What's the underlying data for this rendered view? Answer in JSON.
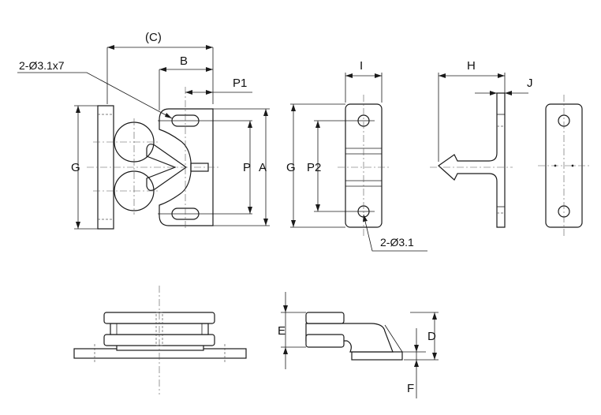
{
  "labels": {
    "C": "(C)",
    "B": "B",
    "P1": "P1",
    "hole_slot": "2-Ø3.1x7",
    "G_left": "G",
    "P": "P",
    "A": "A",
    "I": "I",
    "G_mid": "G",
    "P2": "P2",
    "hole_round": "2-Ø3.1",
    "H": "H",
    "J": "J",
    "E": "E",
    "D": "D",
    "F": "F"
  },
  "colors": {
    "line": "#1a1a1a",
    "centerline": "#555555"
  }
}
